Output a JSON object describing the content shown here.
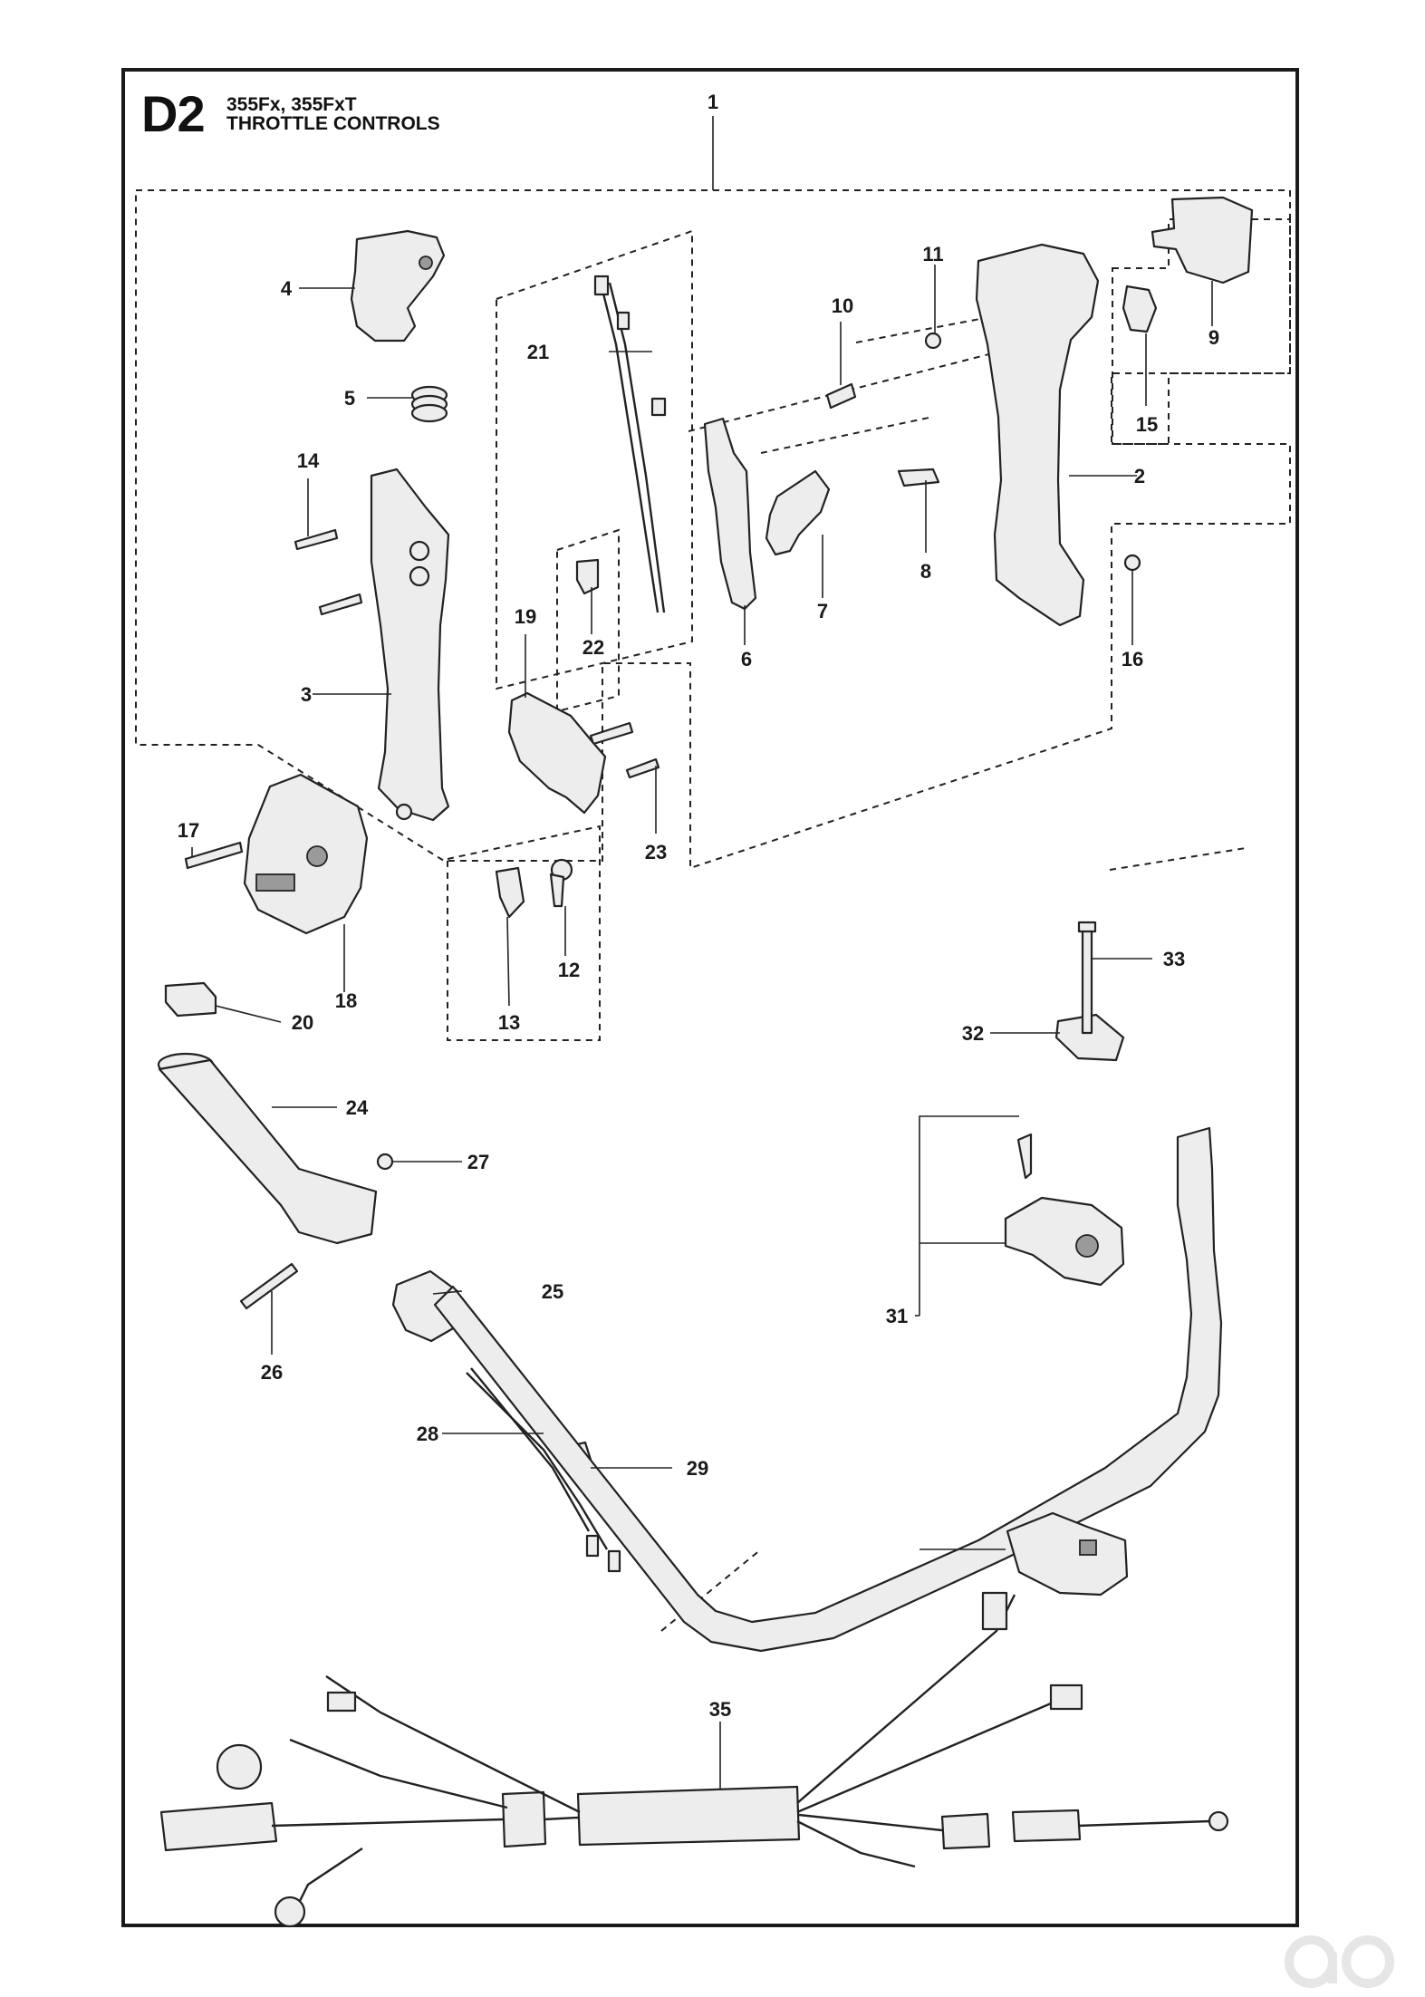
{
  "header": {
    "section": "D2",
    "models": "355Fx, 355FxT",
    "title": "THROTTLE CONTROLS"
  },
  "callouts": [
    "1",
    "2",
    "3",
    "4",
    "5",
    "6",
    "7",
    "8",
    "9",
    "10",
    "11",
    "12",
    "13",
    "14",
    "15",
    "16",
    "17",
    "18",
    "19",
    "20",
    "21",
    "22",
    "23",
    "24",
    "25",
    "26",
    "27",
    "28",
    "29",
    "31",
    "32",
    "33",
    "35"
  ]
}
